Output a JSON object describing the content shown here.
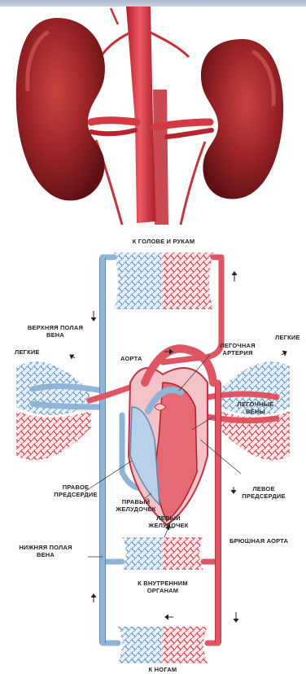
{
  "labels": {
    "head_arms": "К ГОЛОВЕ И РУКАМ",
    "superior_vena_cava": [
      "ВЕРХНЯЯ ПОЛАЯ",
      "ВЕНА"
    ],
    "lungs_left": "ЛЕГКИЕ",
    "lungs_right": "ЛЕГКИЕ",
    "aorta": "АОРТА",
    "pulmonary_artery": [
      "ЛЕГОЧНАЯ",
      "АРТЕРИЯ"
    ],
    "pulmonary_veins": [
      "ЛЕГОЧНЫЕ",
      "ВЕНЫ"
    ],
    "right_atrium": [
      "ПРАВОЕ",
      "ПРЕДСЕРДИЕ"
    ],
    "left_atrium": [
      "ЛЕВОЕ",
      "ПРЕДСЕРДИЕ"
    ],
    "right_ventricle": [
      "ПРАВЫЙ",
      "ЖЕЛУДОЧЕК"
    ],
    "left_ventricle": [
      "ЛЕВЫЙ",
      "ЖЕЛУДОЧЕК"
    ],
    "inferior_vena_cava": [
      "НИЖНЯЯ ПОЛАЯ",
      "ВЕНА"
    ],
    "abdominal_aorta": "БРЮШНАЯ АОРТА",
    "internal_organs": [
      "К ВНУТРЕННИМ",
      "ОРГАНАМ"
    ],
    "legs": "К НОГАМ"
  },
  "colors": {
    "artery": "#d93b4a",
    "vein": "#8fb4d6",
    "kidney": "#8e1f22"
  }
}
